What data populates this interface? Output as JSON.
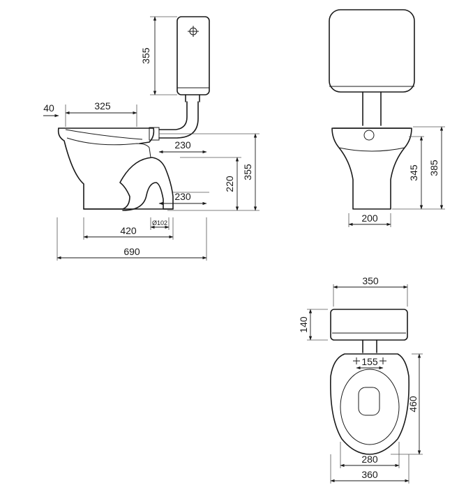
{
  "side_view": {
    "tank_height": "355",
    "rim_offset": "40",
    "bowl_depth": "325",
    "outlet_height": "230",
    "floor_outlet_height": "230",
    "outlet_diameter": "Ø102",
    "trap_height": "220",
    "connection_height": "355",
    "base_length": "420",
    "total_length": "690"
  },
  "front_view": {
    "outlet_height": "345",
    "total_height": "385",
    "base_width": "200"
  },
  "top_view": {
    "tank_width": "350",
    "tank_depth": "140",
    "bolt_spacing": "155",
    "bowl_length": "460",
    "seat_width": "280",
    "bowl_width": "360"
  }
}
